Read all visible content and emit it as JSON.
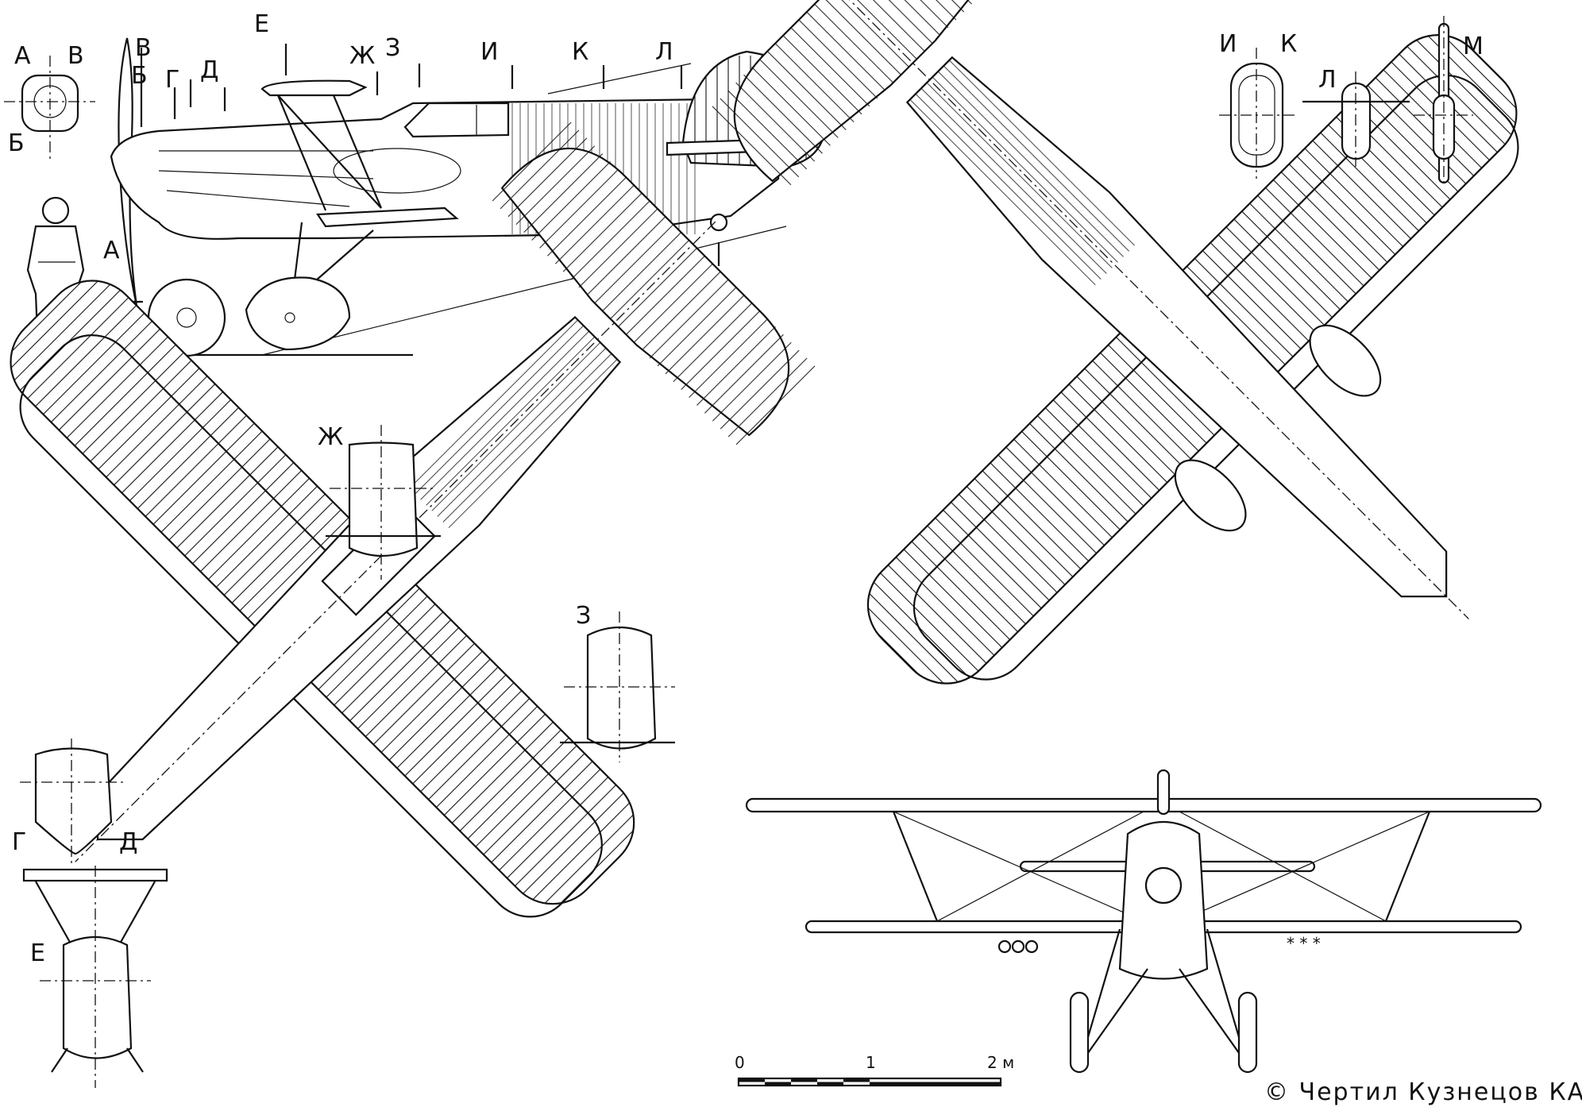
{
  "section_labels": {
    "A": "А",
    "B": "Б",
    "V": "В",
    "G": "Г",
    "D": "Д",
    "E": "Е",
    "Zh": "Ж",
    "Z": "З",
    "I": "И",
    "K": "К",
    "L": "Л",
    "M": "М"
  },
  "scale_bar": {
    "tick_0": "0",
    "tick_1": "1",
    "tick_2": "2 м"
  },
  "credit": "© Чертил Кузнецов КА"
}
